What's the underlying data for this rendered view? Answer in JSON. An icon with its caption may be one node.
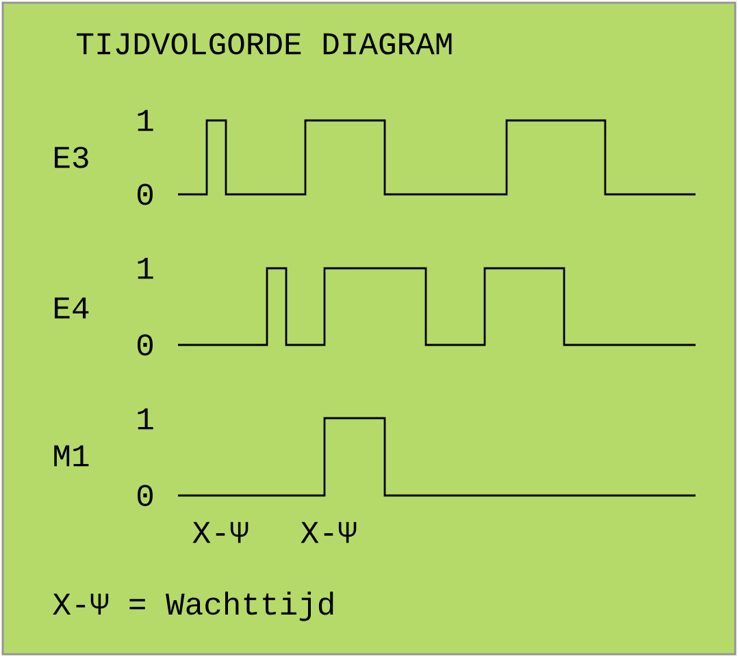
{
  "diagram": {
    "title": "TIJDVOLGORDE DIAGRAM",
    "labels": [
      "E3",
      "1",
      "0",
      "E4",
      "1",
      "0",
      "M1",
      "1",
      "0",
      "X-Ψ",
      "X-Ψ",
      "X-Ψ = Wachttijd"
    ]
  }
}
